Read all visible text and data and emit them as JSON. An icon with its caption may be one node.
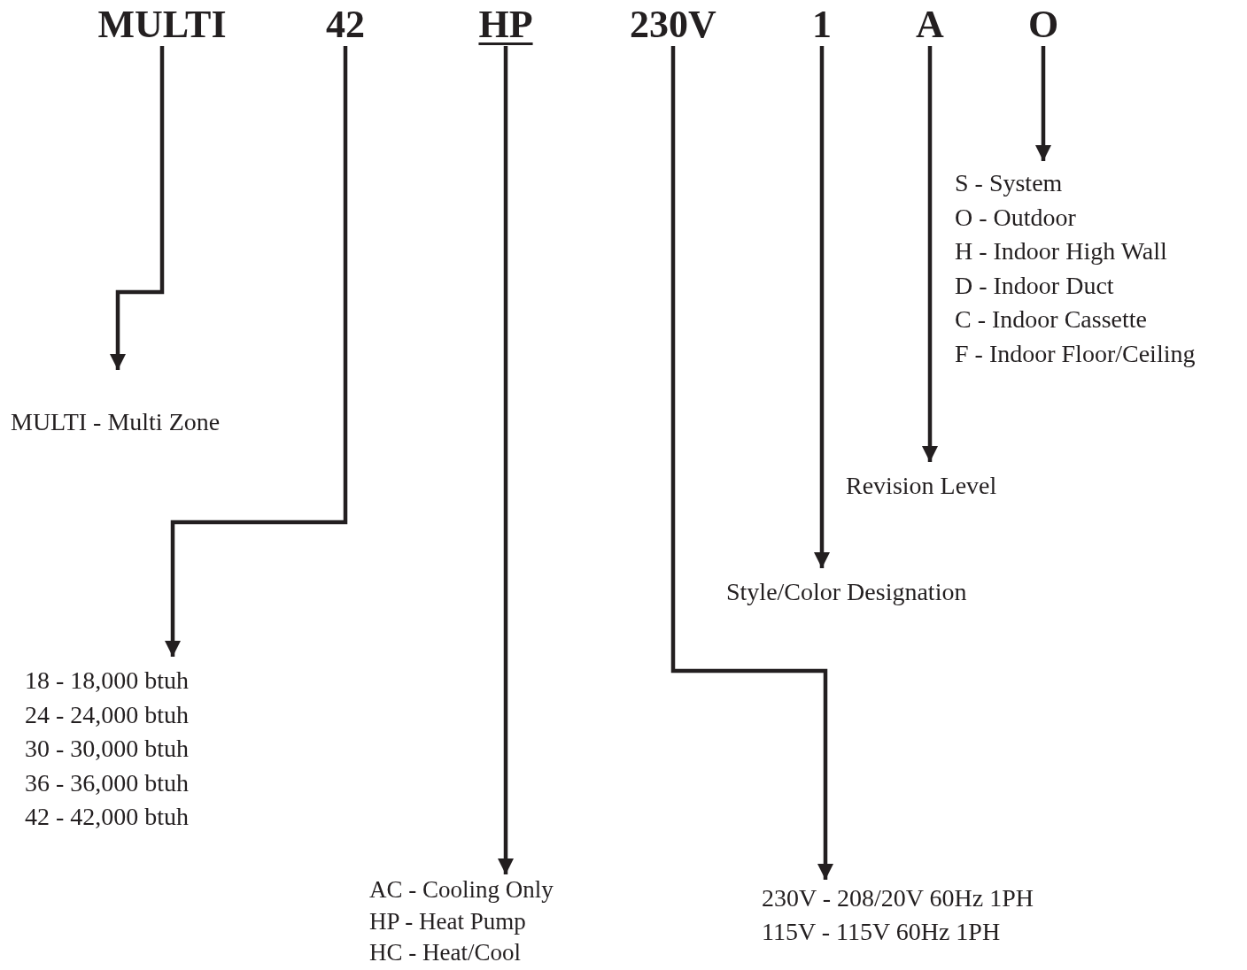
{
  "diagram": {
    "nodes": [
      {
        "text": [
          "MULTI"
        ]
      },
      {
        "text": [
          "42"
        ]
      },
      {
        "text": [
          "HP"
        ]
      },
      {
        "text": [
          "230V"
        ]
      },
      {
        "text": [
          "1"
        ]
      },
      {
        "text": [
          "A"
        ]
      },
      {
        "text": [
          "O"
        ]
      },
      {
        "text": [
          "MULTI - Multi Zone"
        ]
      },
      {
        "text": [
          "18 - 18,000 btuh",
          "24 - 24,000 btuh",
          "30 - 30,000 btuh",
          "36 - 36,000 btuh",
          "42 - 42,000 btuh"
        ]
      },
      {
        "text": [
          "AC - Cooling Only",
          "HP - Heat Pump",
          "HC - Heat/Cool"
        ]
      },
      {
        "text": [
          "230V - 208/20V 60Hz 1PH",
          "115V - 115V 60Hz 1PH"
        ]
      },
      {
        "text": [
          "Style/Color Designation"
        ]
      },
      {
        "text": [
          "Revision Level"
        ]
      },
      {
        "text": [
          "S - System",
          "O - Outdoor",
          "H - Indoor High Wall",
          "D - Indoor Duct",
          "C - Indoor Cassette",
          "F - Indoor Floor/Ceiling"
        ]
      }
    ],
    "edges": [
      {
        "from": 0,
        "to": 7,
        "arrow": "to"
      },
      {
        "from": 1,
        "to": 8,
        "arrow": "to"
      },
      {
        "from": 2,
        "to": 9,
        "arrow": "to"
      },
      {
        "from": 3,
        "to": 10,
        "arrow": "to"
      },
      {
        "from": 4,
        "to": 11,
        "arrow": "to"
      },
      {
        "from": 5,
        "to": 12,
        "arrow": "to"
      },
      {
        "from": 6,
        "to": 13,
        "arrow": "to"
      }
    ]
  }
}
